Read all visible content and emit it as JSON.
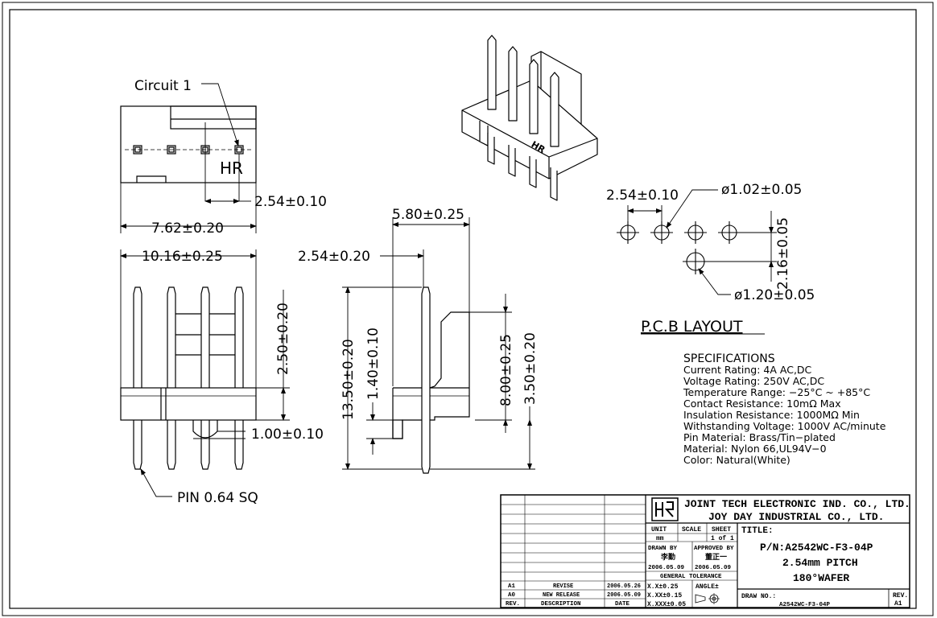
{
  "labels": {
    "circuit": "Circuit 1",
    "hr_mark": "HR",
    "pin": "PIN 0.64 SQ",
    "pcb_layout": "P.C.B LAYOUT"
  },
  "dimensions": {
    "top_pitch": "2.54±0.10",
    "top_span": "7.62±0.20",
    "front_width": "10.16±0.25",
    "front_upper": "2.50±0.20",
    "front_lower": "1.00±0.10",
    "side_depth": "5.80±0.25",
    "side_offset": "2.54±0.20",
    "side_total": "13.50±0.20",
    "side_low": "1.40±0.10",
    "side_upper": "8.00±0.25",
    "side_lower": "3.50±0.20",
    "pcb_pitch": "2.54±0.10",
    "pcb_hole_small": "ø1.02±0.05",
    "pcb_row": "2.16±0.05",
    "pcb_hole_large": "ø1.20±0.05"
  },
  "specifications": {
    "title": "SPECIFICATIONS",
    "lines": [
      "Current  Rating:  4A  AC,DC",
      "Voltage  Rating:  250V  AC,DC",
      "Temperature  Range:  −25°C  ~  +85°C",
      "Contact  Resistance:  10mΩ  Max",
      "Insulation  Resistance:  1000MΩ  Min",
      "Withstanding  Voltage:  1000V  AC/minute",
      "Pin  Material:  Brass/Tin−plated",
      "Material:  Nylon  66,UL94V−0",
      "Color:  Natural(White)"
    ]
  },
  "title_block": {
    "company_line1": "JOINT TECH ELECTRONIC IND. CO., LTD.",
    "company_line2": "JOY DAY INDUSTRIAL CO., LTD.",
    "unit_label": "UNIT",
    "unit_value": "mm",
    "scale_label": "SCALE",
    "sheet_label": "SHEET",
    "sheet_value": "1 of 1",
    "drawn_by_label": "DRAWN BY",
    "drawn_by_name": "李勤",
    "drawn_by_date": "2006.05.09",
    "approved_by_label": "APPROVED BY",
    "approved_by_name": "董正一",
    "approved_by_date": "2006.05.09",
    "general_tolerance": "GENERAL TOLERANCE",
    "tol_1": "X.X±0.25",
    "tol_2": "X.XX±0.15",
    "tol_3": "X.XXX±0.05",
    "angle_label": "ANGLE±",
    "title_label": "TITLE:",
    "part_number": "P/N:A2542WC-F3-04P",
    "pitch": "2.54mm PITCH",
    "wafer": "180°WAFER",
    "draw_no_label": "DRAW NO.:",
    "draw_no": "A2542WC-F3-04P",
    "rev_label": "REV.",
    "rev_value": "A1",
    "revisions": [
      {
        "rev": "A1",
        "desc": "REVISE",
        "date": "2006.05.26"
      },
      {
        "rev": "A0",
        "desc": "NEW RELEASE",
        "date": "2006.05.09"
      }
    ],
    "rev_header": {
      "rev": "REV.",
      "desc": "DESCRIPTION",
      "date": "DATE"
    }
  },
  "colors": {
    "ink": "#000000",
    "paper": "#ffffff"
  }
}
